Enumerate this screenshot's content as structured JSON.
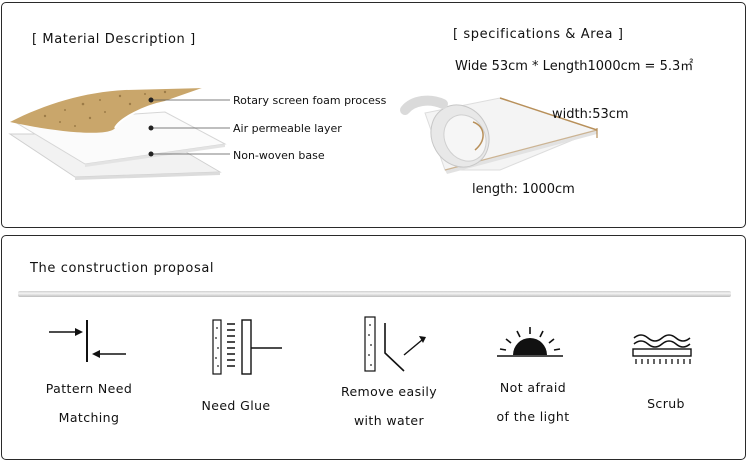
{
  "material": {
    "title": "[ Material Description ]",
    "layers": [
      {
        "label": "Rotary screen foam process"
      },
      {
        "label": "Air permeable layer"
      },
      {
        "label": "Non-woven base"
      }
    ]
  },
  "spec": {
    "title": "[   specifications & Area ]",
    "formula": "Wide 53cm * Length1000cm = 5.3㎡",
    "width_label": "width:53cm",
    "length_label": "length: 1000cm"
  },
  "construction": {
    "title": "The construction proposal",
    "items": [
      {
        "icon": "pattern-match-icon",
        "line1": "Pattern Need",
        "line2": "Matching"
      },
      {
        "icon": "glue-icon",
        "line1": "Need Glue",
        "line2": ""
      },
      {
        "icon": "remove-icon",
        "line1": "Remove easily",
        "line2": "with water"
      },
      {
        "icon": "sun-icon",
        "line1": "Not afraid",
        "line2": "of the light"
      },
      {
        "icon": "scrub-icon",
        "line1": "Scrub",
        "line2": ""
      }
    ]
  },
  "colors": {
    "cork": "#c9a66b",
    "border": "#2a2a2a",
    "accent_line": "#b8905a"
  }
}
